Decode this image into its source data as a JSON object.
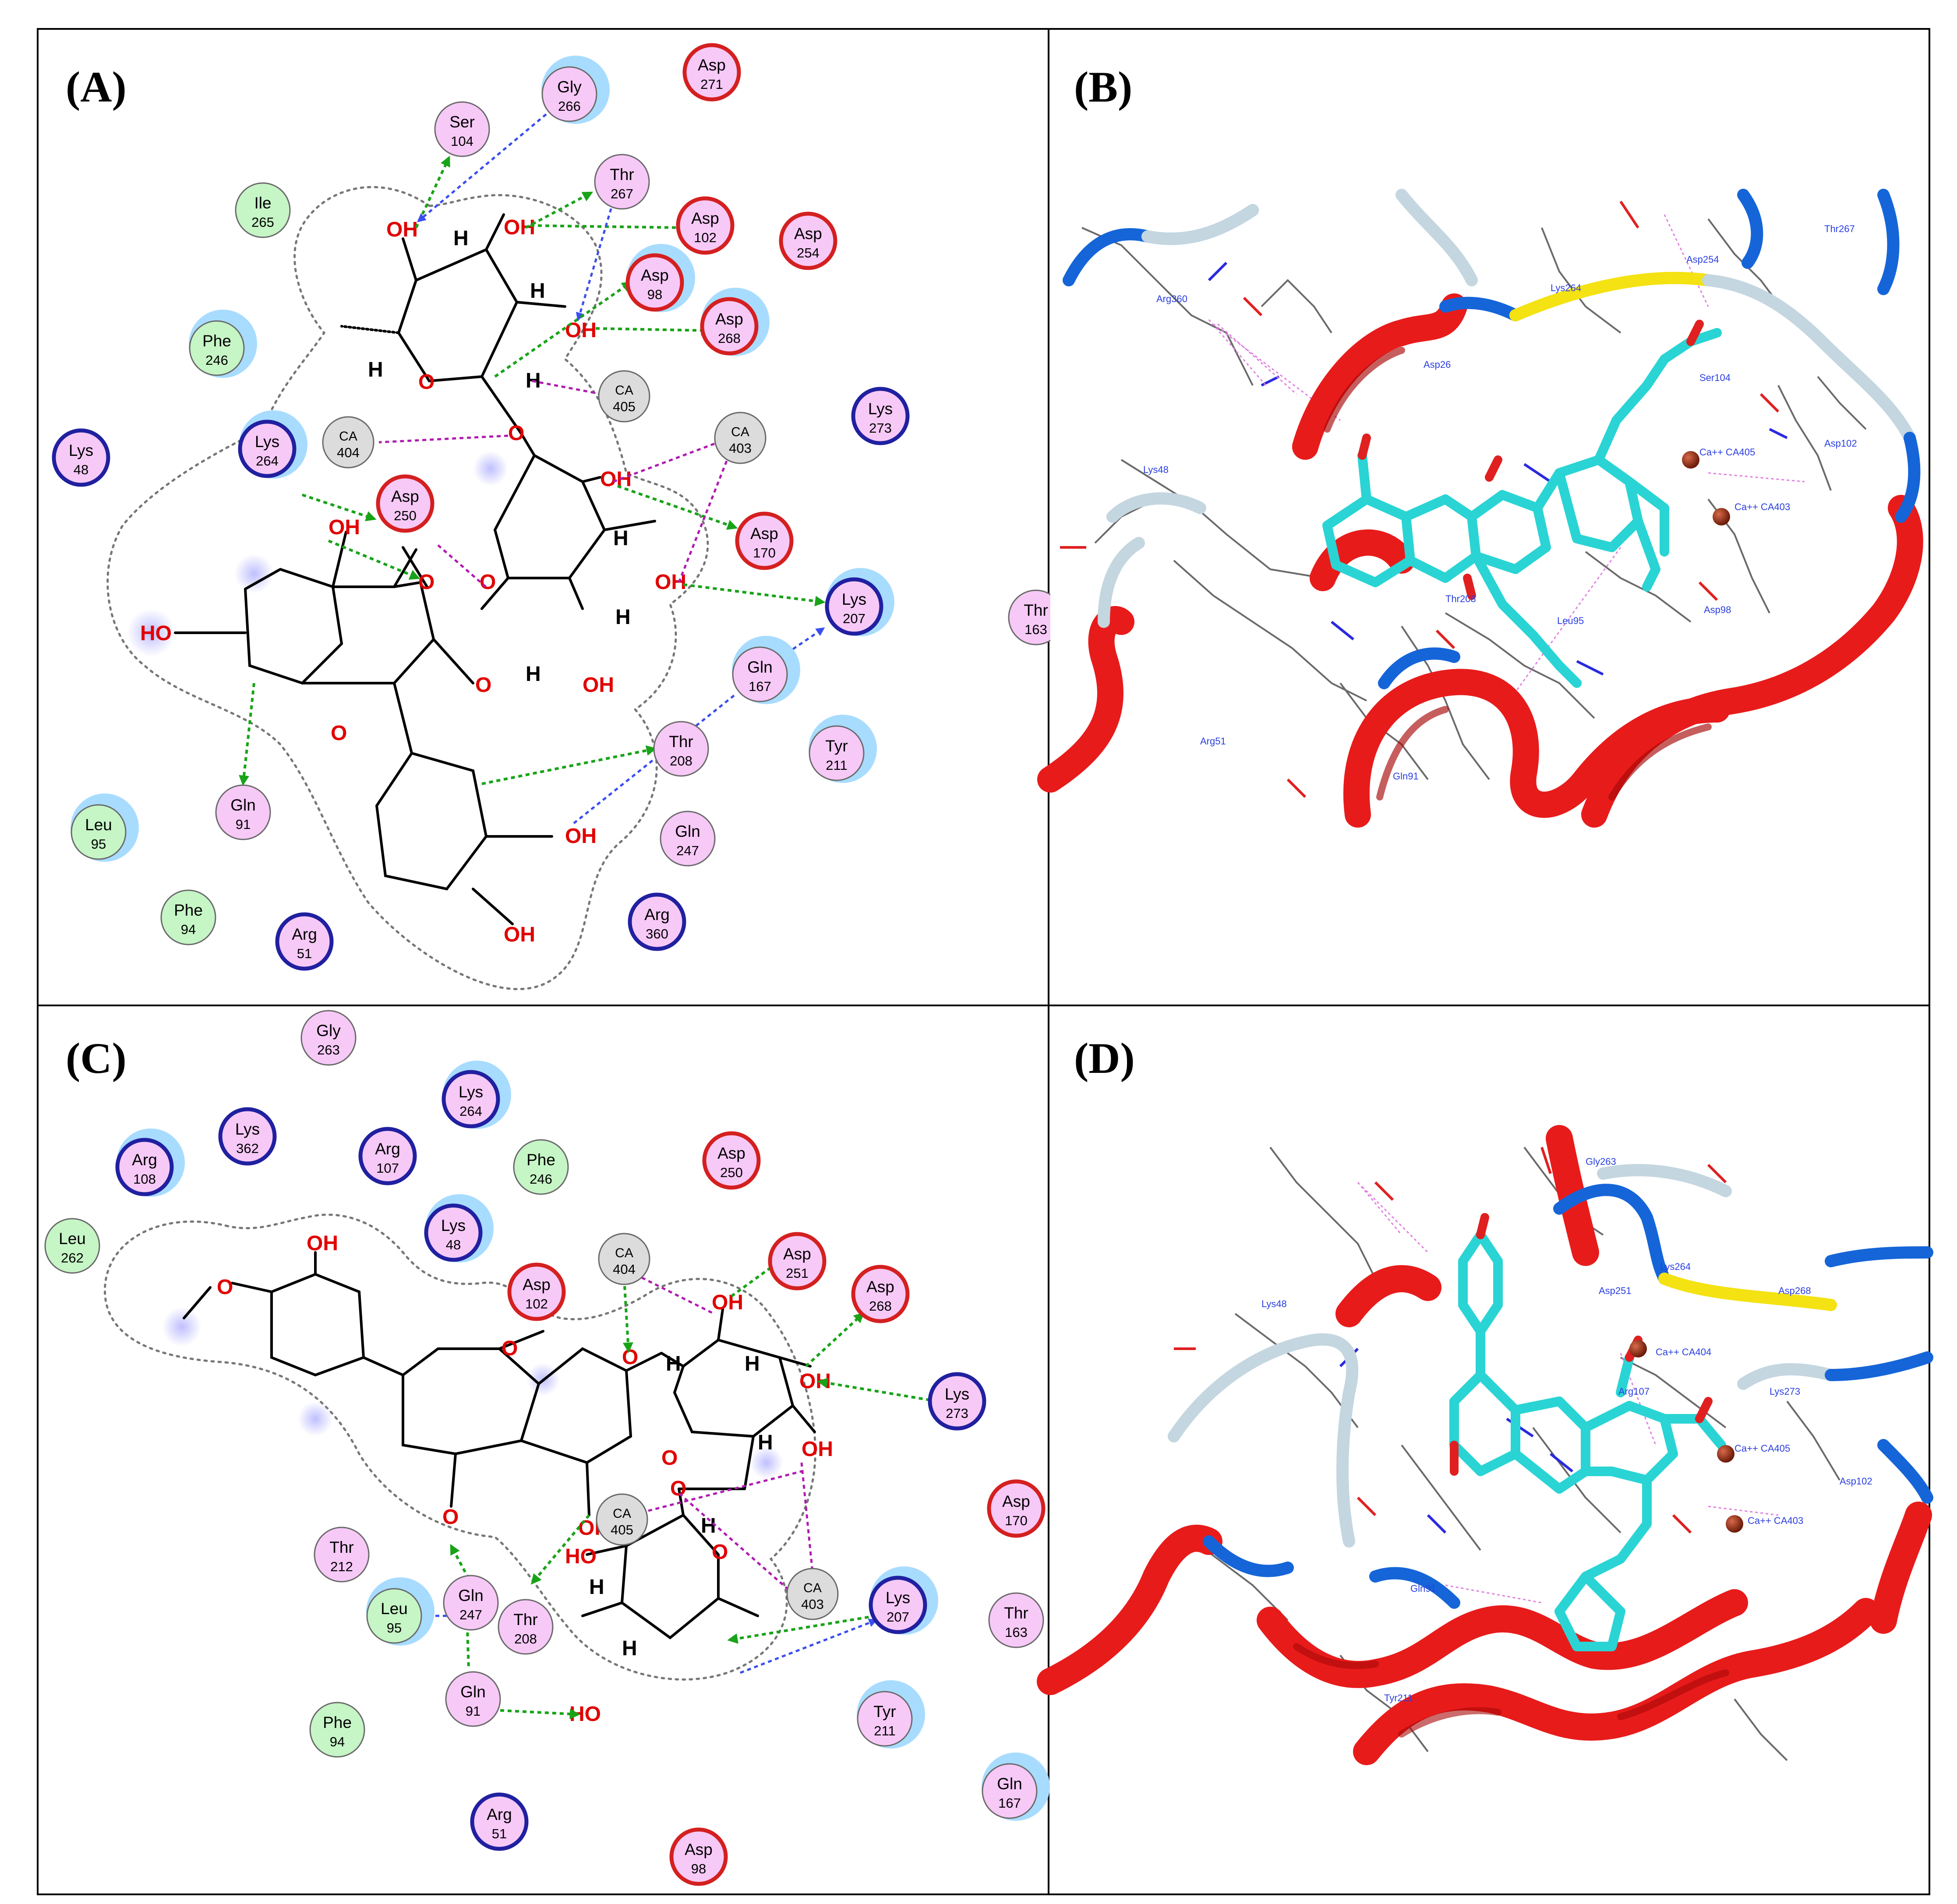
{
  "panels": [
    {
      "id": "A",
      "label": "(A)"
    },
    {
      "id": "B",
      "label": "(B)"
    },
    {
      "id": "C",
      "label": "(C)"
    },
    {
      "id": "D",
      "label": "(D)"
    }
  ],
  "colors": {
    "acidic_ring": "#d42020",
    "basic_ring": "#2020a0",
    "polar_fill": "#f7c9f7",
    "hydrophobic_fill": "#c6f5c6",
    "metal_fill": "#dcdcdc",
    "exposure_halo": "#a8dcff",
    "hbond_sidechain": "#18a318",
    "hbond_backbone": "#3a4ef0",
    "metal_contact": "#b01ab0",
    "helix": "#e81b1b",
    "coil": "#c4d6e0",
    "ligand": "#2ad4d4"
  },
  "panel_a": {
    "residues": [
      {
        "name": "Asp",
        "num": "271",
        "type": "acidic"
      },
      {
        "name": "Gly",
        "num": "266",
        "type": "polar"
      },
      {
        "name": "Ser",
        "num": "104",
        "type": "polar"
      },
      {
        "name": "Thr",
        "num": "267",
        "type": "polar"
      },
      {
        "name": "Asp",
        "num": "102",
        "type": "acidic"
      },
      {
        "name": "Asp",
        "num": "254",
        "type": "acidic"
      },
      {
        "name": "Ile",
        "num": "265",
        "type": "hydrophobic"
      },
      {
        "name": "Asp",
        "num": "98",
        "type": "acidic"
      },
      {
        "name": "Asp",
        "num": "268",
        "type": "acidic"
      },
      {
        "name": "Phe",
        "num": "246",
        "type": "hydrophobic"
      },
      {
        "name": "Lys",
        "num": "273",
        "type": "basic"
      },
      {
        "name": "Lys",
        "num": "48",
        "type": "basic"
      },
      {
        "name": "Lys",
        "num": "264",
        "type": "basic"
      },
      {
        "name": "Asp",
        "num": "250",
        "type": "acidic"
      },
      {
        "name": "Asp",
        "num": "170",
        "type": "acidic"
      },
      {
        "name": "Lys",
        "num": "207",
        "type": "basic"
      },
      {
        "name": "Thr",
        "num": "163",
        "type": "polar"
      },
      {
        "name": "Gln",
        "num": "167",
        "type": "polar"
      },
      {
        "name": "Thr",
        "num": "208",
        "type": "polar"
      },
      {
        "name": "Tyr",
        "num": "211",
        "type": "polar"
      },
      {
        "name": "Leu",
        "num": "95",
        "type": "hydrophobic"
      },
      {
        "name": "Gln",
        "num": "91",
        "type": "polar"
      },
      {
        "name": "Gln",
        "num": "247",
        "type": "polar"
      },
      {
        "name": "Phe",
        "num": "94",
        "type": "hydrophobic"
      },
      {
        "name": "Arg",
        "num": "51",
        "type": "basic"
      },
      {
        "name": "Arg",
        "num": "360",
        "type": "basic"
      }
    ],
    "metals": [
      {
        "name": "CA",
        "num": "405"
      },
      {
        "name": "CA",
        "num": "404"
      },
      {
        "name": "CA",
        "num": "403"
      }
    ]
  },
  "panel_c": {
    "residues": [
      {
        "name": "Gly",
        "num": "263",
        "type": "polar"
      },
      {
        "name": "Lys",
        "num": "264",
        "type": "basic"
      },
      {
        "name": "Lys",
        "num": "362",
        "type": "basic"
      },
      {
        "name": "Arg",
        "num": "108",
        "type": "basic"
      },
      {
        "name": "Arg",
        "num": "107",
        "type": "basic"
      },
      {
        "name": "Phe",
        "num": "246",
        "type": "hydrophobic"
      },
      {
        "name": "Asp",
        "num": "250",
        "type": "acidic"
      },
      {
        "name": "Leu",
        "num": "262",
        "type": "hydrophobic"
      },
      {
        "name": "Lys",
        "num": "48",
        "type": "basic"
      },
      {
        "name": "Asp",
        "num": "251",
        "type": "acidic"
      },
      {
        "name": "Asp",
        "num": "268",
        "type": "acidic"
      },
      {
        "name": "Asp",
        "num": "102",
        "type": "acidic"
      },
      {
        "name": "Lys",
        "num": "273",
        "type": "basic"
      },
      {
        "name": "Asp",
        "num": "170",
        "type": "acidic"
      },
      {
        "name": "Thr",
        "num": "212",
        "type": "polar"
      },
      {
        "name": "Leu",
        "num": "95",
        "type": "hydrophobic"
      },
      {
        "name": "Gln",
        "num": "247",
        "type": "polar"
      },
      {
        "name": "Thr",
        "num": "208",
        "type": "polar"
      },
      {
        "name": "Lys",
        "num": "207",
        "type": "basic"
      },
      {
        "name": "Thr",
        "num": "163",
        "type": "polar"
      },
      {
        "name": "Gln",
        "num": "91",
        "type": "polar"
      },
      {
        "name": "Tyr",
        "num": "211",
        "type": "polar"
      },
      {
        "name": "Phe",
        "num": "94",
        "type": "hydrophobic"
      },
      {
        "name": "Gln",
        "num": "167",
        "type": "polar"
      },
      {
        "name": "Arg",
        "num": "51",
        "type": "basic"
      },
      {
        "name": "Asp",
        "num": "98",
        "type": "acidic"
      }
    ],
    "metals": [
      {
        "name": "CA",
        "num": "404"
      },
      {
        "name": "CA",
        "num": "405"
      },
      {
        "name": "CA",
        "num": "403"
      }
    ]
  },
  "atoms": {
    "hydroxyl": "OH",
    "oxygen": "O",
    "hydrogen": "H",
    "hydroxyl_left": "HO"
  },
  "panel_b_labels": [
    "Arg360",
    "Lys264",
    "Thr267",
    "Asp254",
    "Asp26",
    "Ser104",
    "Asp102",
    "Lys48",
    "Ca++ CA405",
    "Ca++ CA403",
    "Thr208",
    "Leu95",
    "Arg51",
    "Gln91",
    "Asp98"
  ],
  "panel_d_labels": [
    "Gly263",
    "Lys264",
    "Lys48",
    "Asp251",
    "Asp268",
    "Ca++ CA404",
    "Arg107",
    "Lys273",
    "Ca++ CA405",
    "Asp102",
    "Ca++ CA403",
    "Gln91",
    "Tyr211"
  ]
}
